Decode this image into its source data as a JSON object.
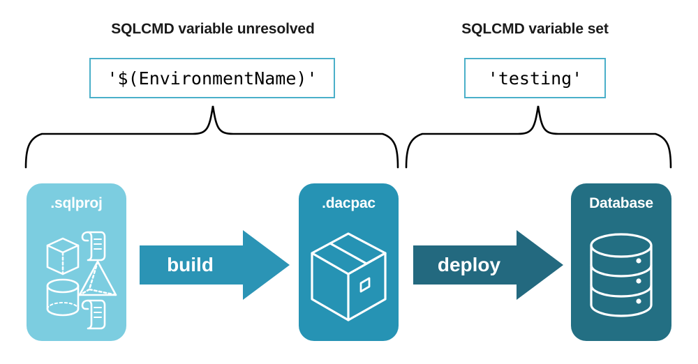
{
  "headings": {
    "left": "SQLCMD variable unresolved",
    "right": "SQLCMD variable set"
  },
  "code_boxes": {
    "left": "'$(EnvironmentName)'",
    "right": "'testing'"
  },
  "stages": [
    {
      "id": "sqlproj",
      "label": ".sqlproj",
      "color": "#7ccde0",
      "icons": [
        "cube-icon",
        "pyramid-icon",
        "cylinder-icon",
        "scroll-icon",
        "scroll-icon"
      ]
    },
    {
      "id": "dacpac",
      "label": ".dacpac",
      "color": "#2693b4",
      "icons": [
        "package-box-icon"
      ]
    },
    {
      "id": "database",
      "label": "Database",
      "color": "#236f83",
      "icons": [
        "database-cylinder-icon"
      ]
    }
  ],
  "arrows": [
    {
      "id": "build",
      "label": "build",
      "color": "#2b94b5"
    },
    {
      "id": "deploy",
      "label": "deploy",
      "color": "#23697f"
    }
  ],
  "braces": [
    {
      "id": "brace-left",
      "label_ref": "SQLCMD variable unresolved"
    },
    {
      "id": "brace-right",
      "label_ref": "SQLCMD variable set"
    }
  ],
  "colors": {
    "code_box_border": "#4aafc9",
    "heading_text": "#1a1a1a",
    "brace_stroke": "#000000",
    "background": "#ffffff",
    "icon_white": "#ffffff"
  }
}
